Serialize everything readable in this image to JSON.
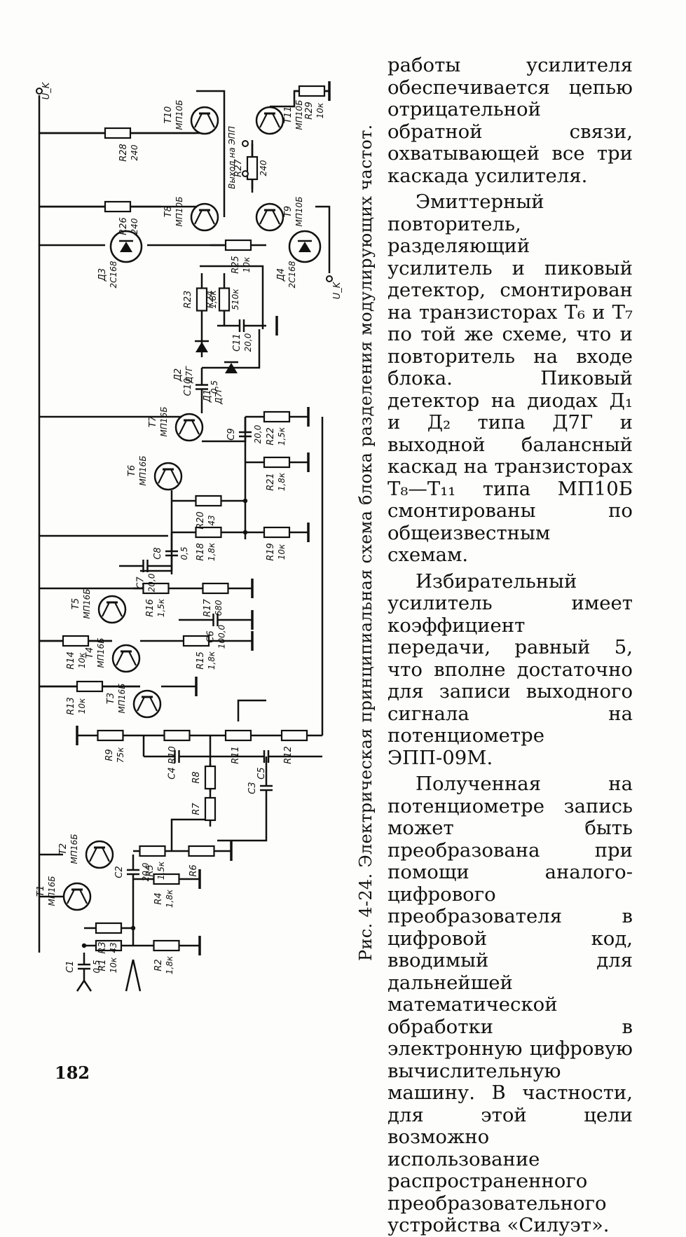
{
  "page_number": "182",
  "caption": "Рис. 4-24. Электрическая принципиальная схема блока разделения модулирующих частот.",
  "paragraphs": [
    "работы усилителя обеспечивается цепью отрицательной обратной связи, охватывающей все три каскада усилителя.",
    "Эмиттерный повторитель, разделяющий усилитель и пиковый детектор, смонтирован на транзисторах T₆ и T₇ по той же схеме, что и повторитель на входе блока. Пиковый детектор на диодах Д₁ и Д₂ типа Д7Г и выходной балансный каскад на транзисторах T₈—T₁₁ типа МП10Б смонтированы по общеизвестным схемам.",
    "Избирательный усилитель имеет коэффициент передачи, равный 5, что вполне достаточно для записи выходного сигнала на потенциометре ЭПП-09М.",
    "Полученная на потенциометре запись может быть преобразована при помощи аналого-цифрового преобразователя в цифровой код, вводимый для дальнейшей математической обработки в электронную цифровую вычислительную машину. В частности, для этой цели возможно использование распространенного преобразовательного устройства «Силуэт»."
  ],
  "schematic_labels": {
    "supply_minus": "U_K",
    "supply_plus": "U_K",
    "output": "Выход на ЭПП",
    "transistors": [
      {
        "ref": "T1",
        "type": "МП16Б"
      },
      {
        "ref": "T2",
        "type": "МП16Б"
      },
      {
        "ref": "T3",
        "type": "МП16Б"
      },
      {
        "ref": "T4",
        "type": "МП16Б"
      },
      {
        "ref": "T5",
        "type": "МП16Б"
      },
      {
        "ref": "T6",
        "type": "МП16Б"
      },
      {
        "ref": "T7",
        "type": "МП16Б"
      },
      {
        "ref": "T8",
        "type": "МП10Б"
      },
      {
        "ref": "T9",
        "type": "МП10Б"
      },
      {
        "ref": "T10",
        "type": "МП10Б"
      },
      {
        "ref": "T11",
        "type": "МП10Б"
      }
    ],
    "resistors": [
      {
        "ref": "R1",
        "value": "10к"
      },
      {
        "ref": "R2",
        "value": "1,8к"
      },
      {
        "ref": "R3",
        "value": "43"
      },
      {
        "ref": "R4",
        "value": "1,8к"
      },
      {
        "ref": "R5",
        "value": "1,5к"
      },
      {
        "ref": "R6",
        "value": ""
      },
      {
        "ref": "R7",
        "value": ""
      },
      {
        "ref": "R8",
        "value": ""
      },
      {
        "ref": "R9",
        "value": "75к"
      },
      {
        "ref": "R10",
        "value": ""
      },
      {
        "ref": "R11",
        "value": ""
      },
      {
        "ref": "R12",
        "value": ""
      },
      {
        "ref": "R13",
        "value": "10к"
      },
      {
        "ref": "R14",
        "value": "10к"
      },
      {
        "ref": "R15",
        "value": "1,8к"
      },
      {
        "ref": "R16",
        "value": "1,5к"
      },
      {
        "ref": "R17",
        "value": "680"
      },
      {
        "ref": "R18",
        "value": "1,8к"
      },
      {
        "ref": "R19",
        "value": "10к"
      },
      {
        "ref": "R20",
        "value": "43"
      },
      {
        "ref": "R21",
        "value": "1,8к"
      },
      {
        "ref": "R22",
        "value": "1,5к"
      },
      {
        "ref": "R23",
        "value": "1,8к"
      },
      {
        "ref": "R24",
        "value": "510к"
      },
      {
        "ref": "R25",
        "value": "10к"
      },
      {
        "ref": "R26",
        "value": "240"
      },
      {
        "ref": "R27",
        "value": "240"
      },
      {
        "ref": "R28",
        "value": "240"
      },
      {
        "ref": "R29",
        "value": "10к"
      }
    ],
    "capacitors": [
      {
        "ref": "C1",
        "value": "0,5"
      },
      {
        "ref": "C2",
        "value": "20,0"
      },
      {
        "ref": "C3",
        "value": ""
      },
      {
        "ref": "C4",
        "value": ""
      },
      {
        "ref": "C5",
        "value": ""
      },
      {
        "ref": "C6",
        "value": "100,0"
      },
      {
        "ref": "C7",
        "value": "20,0"
      },
      {
        "ref": "C8",
        "value": "0,5"
      },
      {
        "ref": "C9",
        "value": "20,0"
      },
      {
        "ref": "C10",
        "value": "0,5"
      },
      {
        "ref": "C11",
        "value": "20,0"
      }
    ],
    "diodes": [
      {
        "ref": "Д1",
        "type": "Д7Г"
      },
      {
        "ref": "Д2",
        "type": "Д7Г"
      },
      {
        "ref": "Д3",
        "type": "2С168"
      },
      {
        "ref": "Д4",
        "type": "2С168"
      }
    ]
  }
}
